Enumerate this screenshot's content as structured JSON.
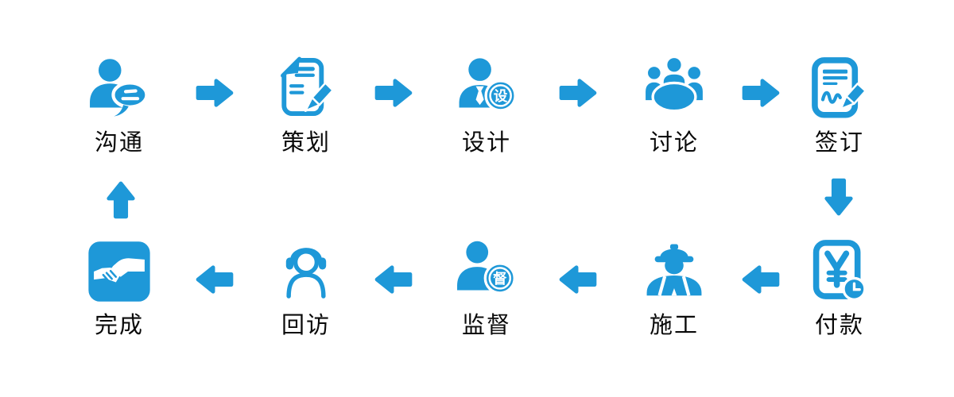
{
  "theme": {
    "primary_blue": "#1e98d8",
    "label_color": "#0a0a0a",
    "background": "#ffffff"
  },
  "flow": {
    "top_steps": [
      {
        "label": "沟通",
        "icon": "person-chat-icon"
      },
      {
        "label": "策划",
        "icon": "document-pencil-icon"
      },
      {
        "label": "设计",
        "icon": "designer-badge-icon",
        "badge": "设"
      },
      {
        "label": "讨论",
        "icon": "meeting-table-icon"
      },
      {
        "label": "签订",
        "icon": "contract-sign-icon"
      }
    ],
    "bottom_steps": [
      {
        "label": "付款",
        "icon": "payment-clock-icon",
        "currency_symbol": "¥"
      },
      {
        "label": "施工",
        "icon": "construction-worker-icon"
      },
      {
        "label": "监督",
        "icon": "supervisor-badge-icon",
        "badge": "督"
      },
      {
        "label": "回访",
        "icon": "headset-person-icon"
      },
      {
        "label": "完成",
        "icon": "handshake-icon"
      }
    ]
  }
}
